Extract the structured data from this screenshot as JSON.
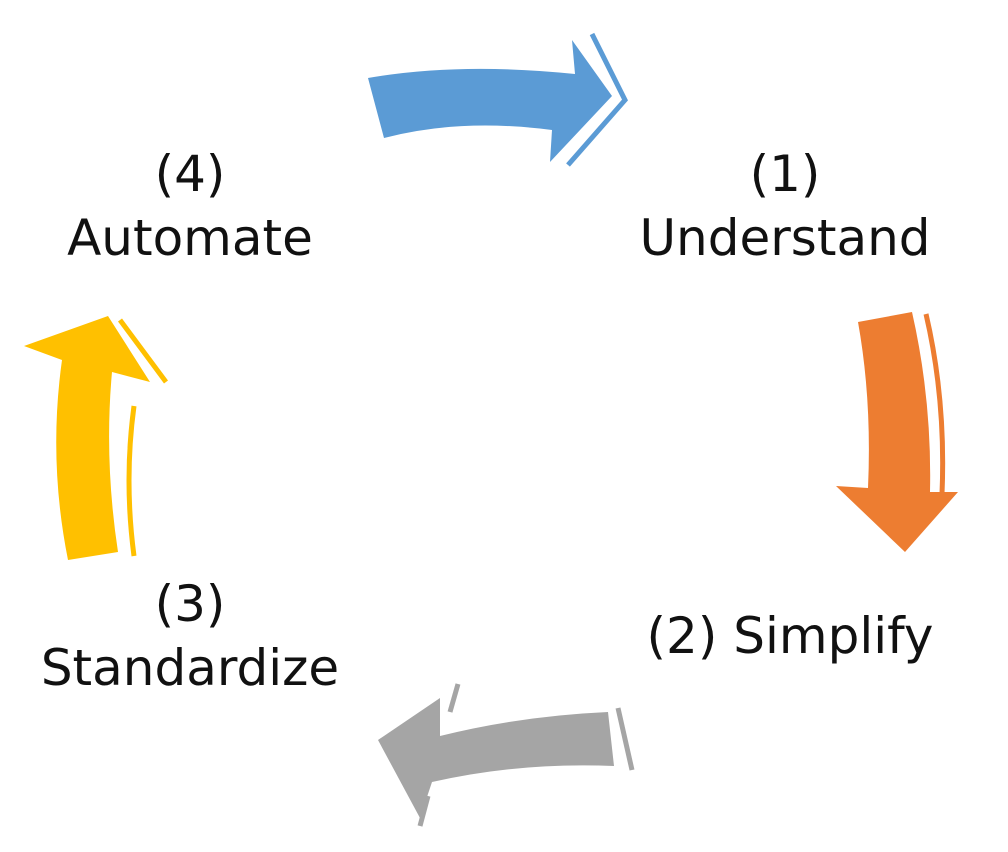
{
  "steps": [
    {
      "number": "(1)",
      "label": "Understand",
      "color": "#5B9BD5"
    },
    {
      "number": "(2)",
      "label": "Simplify",
      "color": "#ED7D31"
    },
    {
      "number": "(3)",
      "label": "Standardize",
      "color": "#A5A5A5"
    },
    {
      "number": "(4)",
      "label": "Automate",
      "color": "#FFC000"
    }
  ]
}
